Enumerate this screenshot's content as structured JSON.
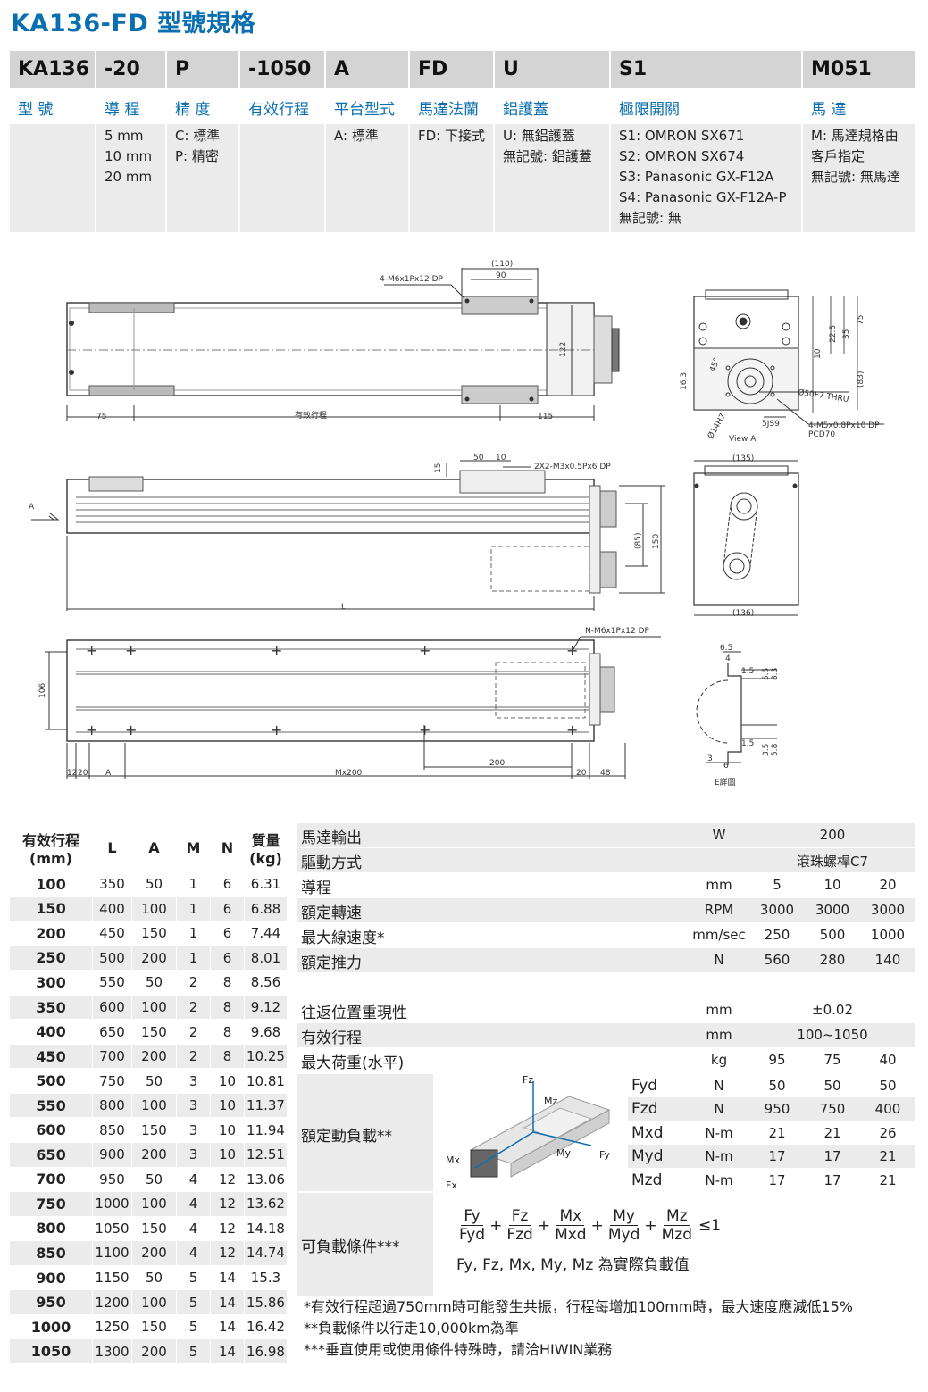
{
  "title": "KA136-FD 型號規格",
  "code": [
    {
      "head": "KA136",
      "label": "型 號",
      "opts": []
    },
    {
      "head": "-20",
      "label": "導 程",
      "opts": [
        "5 mm",
        "10 mm",
        "20 mm"
      ]
    },
    {
      "head": "P",
      "label": "精 度",
      "opts": [
        "C: 標準",
        "P: 精密"
      ]
    },
    {
      "head": "-1050",
      "label": "有效行程",
      "opts": []
    },
    {
      "head": "A",
      "label": "平台型式",
      "opts": [
        "A: 標準"
      ]
    },
    {
      "head": "FD",
      "label": "馬達法蘭",
      "opts": [
        "FD: 下接式"
      ]
    },
    {
      "head": "U",
      "label": "鋁護蓋",
      "opts": [
        "U: 無鋁護蓋",
        "無記號: 鋁護蓋"
      ]
    },
    {
      "head": "S1",
      "label": "極限開關",
      "opts": [
        "S1: OMRON SX671",
        "S2: OMRON SX674",
        "S3: Panasonic GX-F12A",
        "S4: Panasonic GX-F12A-P",
        "無記號: 無"
      ]
    },
    {
      "head": "M051",
      "label": "馬 達",
      "opts": [
        "M: 馬達規格由",
        "客戶指定",
        "無記號: 無馬達"
      ]
    }
  ],
  "drawing": {
    "top_hole": "4-M6x1Px12 DP",
    "d110": "(110)",
    "d90": "90",
    "d122": "122",
    "d75": "75",
    "stroke_lbl": "有效行程",
    "d115": "115",
    "side_d50": "50",
    "side_d10": "10",
    "side_d15": "15",
    "side_hole": "2X2-M3x0.5Px6 DP",
    "d85": "(85)",
    "d150": "150",
    "dL": "L",
    "arrowA": "A",
    "bot_hole": "N-M6x1Px12 DP",
    "d106": "106",
    "d12": "12",
    "d20": "20",
    "dA": "A",
    "dM": "Mx200",
    "d200": "200",
    "d20b": "20",
    "d48": "48",
    "viewA": "View A",
    "d75r": "75",
    "d35": "35",
    "d225": "22.5",
    "d10r": "10",
    "d83": "(83)",
    "d45": "45°",
    "d163": "16.3",
    "d50f7": "Ø50F7 THRU",
    "d5js9": "5JS9",
    "m5": "4-M5x0.8Px10 DP",
    "pcd": "PCD70",
    "d14h7": "Ø14H7",
    "d135": "(135)",
    "d136": "(136)",
    "e_title": "E詳圖",
    "e65": "6.5",
    "e4": "4",
    "e15a": "1.5",
    "e55": "5.5",
    "e83": "8.3",
    "e15b": "1.5",
    "e3": "3",
    "e6": "6",
    "e35": "3.5",
    "e58": "5.8"
  },
  "left_table": {
    "headers": [
      "有效行程\n(mm)",
      "L",
      "A",
      "M",
      "N",
      "質量\n(kg)"
    ],
    "rows": [
      [
        "100",
        "350",
        "50",
        "1",
        "6",
        "6.31"
      ],
      [
        "150",
        "400",
        "100",
        "1",
        "6",
        "6.88"
      ],
      [
        "200",
        "450",
        "150",
        "1",
        "6",
        "7.44"
      ],
      [
        "250",
        "500",
        "200",
        "1",
        "6",
        "8.01"
      ],
      [
        "300",
        "550",
        "50",
        "2",
        "8",
        "8.56"
      ],
      [
        "350",
        "600",
        "100",
        "2",
        "8",
        "9.12"
      ],
      [
        "400",
        "650",
        "150",
        "2",
        "8",
        "9.68"
      ],
      [
        "450",
        "700",
        "200",
        "2",
        "8",
        "10.25"
      ],
      [
        "500",
        "750",
        "50",
        "3",
        "10",
        "10.81"
      ],
      [
        "550",
        "800",
        "100",
        "3",
        "10",
        "11.37"
      ],
      [
        "600",
        "850",
        "150",
        "3",
        "10",
        "11.94"
      ],
      [
        "650",
        "900",
        "200",
        "3",
        "10",
        "12.51"
      ],
      [
        "700",
        "950",
        "50",
        "4",
        "12",
        "13.06"
      ],
      [
        "750",
        "1000",
        "100",
        "4",
        "12",
        "13.62"
      ],
      [
        "800",
        "1050",
        "150",
        "4",
        "12",
        "14.18"
      ],
      [
        "850",
        "1100",
        "200",
        "4",
        "12",
        "14.74"
      ],
      [
        "900",
        "1150",
        "50",
        "5",
        "14",
        "15.3"
      ],
      [
        "950",
        "1200",
        "100",
        "5",
        "14",
        "15.86"
      ],
      [
        "1000",
        "1250",
        "150",
        "5",
        "14",
        "16.42"
      ],
      [
        "1050",
        "1300",
        "200",
        "5",
        "14",
        "16.98"
      ]
    ]
  },
  "spec": {
    "motor": {
      "label": "馬達輸出",
      "unit": "W",
      "value": "200"
    },
    "drive": {
      "label": "驅動方式",
      "value": "滾珠螺桿C7"
    },
    "lead": {
      "label": "導程",
      "unit": "mm",
      "v": [
        "5",
        "10",
        "20"
      ]
    },
    "rpm": {
      "label": "額定轉速",
      "unit": "RPM",
      "v": [
        "3000",
        "3000",
        "3000"
      ]
    },
    "speed": {
      "label": "最大線速度*",
      "unit": "mm/sec",
      "v": [
        "250",
        "500",
        "1000"
      ]
    },
    "thrust": {
      "label": "額定推力",
      "unit": "N",
      "v": [
        "560",
        "280",
        "140"
      ]
    },
    "repeat": {
      "label": "往返位置重現性",
      "unit": "mm",
      "value": "±0.02"
    },
    "stroke": {
      "label": "有效行程",
      "unit": "mm",
      "value": "100~1050"
    },
    "payload": {
      "label": "最大荷重(水平)",
      "unit": "kg",
      "v": [
        "95",
        "75",
        "40"
      ]
    },
    "dyn_label": "額定動負載**",
    "dyn": [
      {
        "k": "Fyd",
        "unit": "N",
        "v": [
          "50",
          "50",
          "50"
        ]
      },
      {
        "k": "Fzd",
        "unit": "N",
        "v": [
          "950",
          "750",
          "400"
        ]
      },
      {
        "k": "Mxd",
        "unit": "N-m",
        "v": [
          "21",
          "21",
          "26"
        ]
      },
      {
        "k": "Myd",
        "unit": "N-m",
        "v": [
          "17",
          "17",
          "21"
        ]
      },
      {
        "k": "Mzd",
        "unit": "N-m",
        "v": [
          "17",
          "17",
          "21"
        ]
      }
    ],
    "axes": {
      "fz": "Fz",
      "mz": "Mz",
      "mx": "Mx",
      "fx": "Fx",
      "my": "My",
      "fy": "Fy"
    },
    "cond_label": "可負載條件***",
    "formula": {
      "n": [
        "Fy",
        "Fz",
        "Mx",
        "My",
        "Mz"
      ],
      "d": [
        "Fyd",
        "Fzd",
        "Mxd",
        "Myd",
        "Mzd"
      ],
      "rhs": "≤1"
    },
    "cond_note": "Fy, Fz, Mx, My, Mz 為實際負載值"
  },
  "notes": [
    "*有效行程超過750mm時可能發生共振，行程每增加100mm時，最大速度應減低15%",
    "**負載條件以行走10,000km為準",
    "***垂直使用或使用條件特殊時，請洽HIWIN業務"
  ]
}
